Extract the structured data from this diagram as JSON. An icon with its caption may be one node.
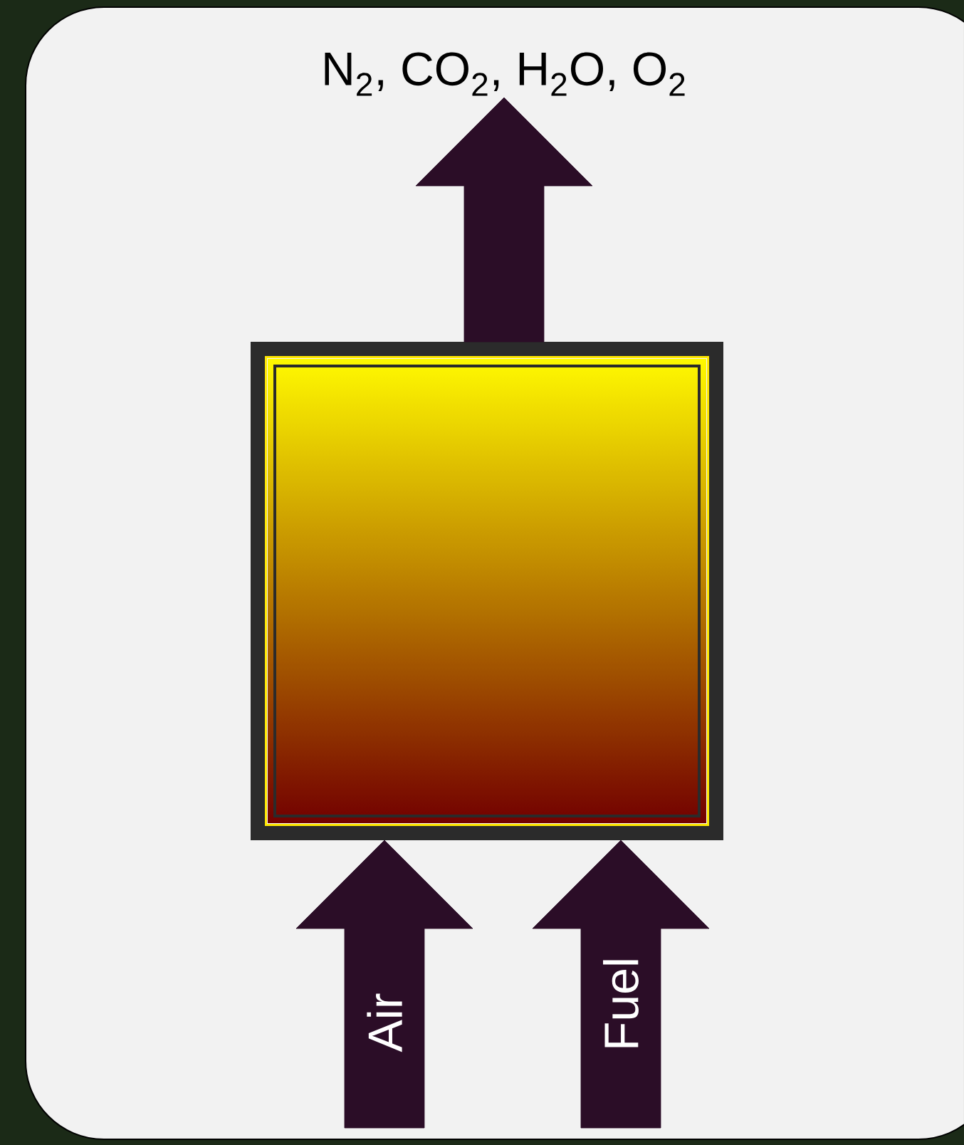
{
  "diagram": {
    "nodes": [
      {
        "text": [],
        "shape": "box"
      },
      {
        "text": [
          "N$_{2}$, CO$_{2}$, H$_{2}$O, O$_{2}$"
        ]
      }
    ],
    "edges": [
      {
        "from": 0,
        "to": 1,
        "arrow": "to"
      },
      {
        "from": null,
        "to": 0,
        "arrow": "to",
        "label": "Air"
      },
      {
        "from": null,
        "to": 0,
        "arrow": "to",
        "label": "Fuel"
      }
    ]
  }
}
